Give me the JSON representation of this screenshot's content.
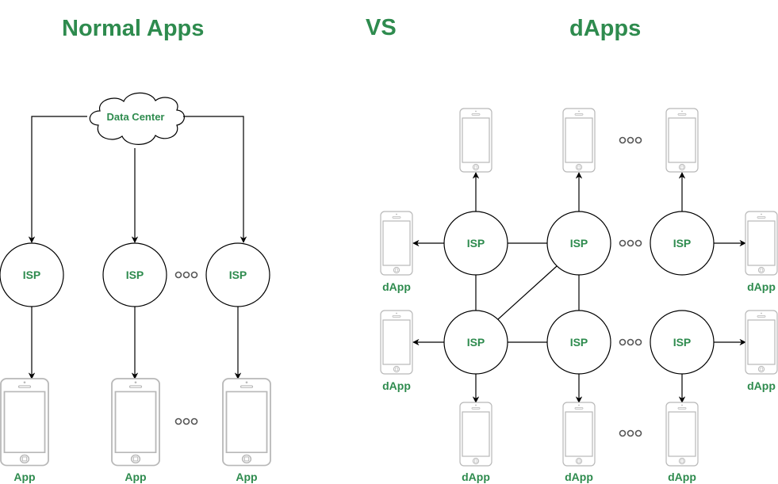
{
  "titles": {
    "left": "Normal Apps",
    "vs": "VS",
    "right": "dApps"
  },
  "colors": {
    "accent_green": "#2e8b4e",
    "line": "#000000",
    "phone_outline": "#b8b8b8",
    "ellipsis": "#555555"
  },
  "normal_apps": {
    "data_center_label": "Data Center",
    "isp_label": "ISP",
    "app_label": "App",
    "isp_count_shown": 3,
    "app_count_shown": 3,
    "ellipsis": "ooo"
  },
  "dapps": {
    "isp_label": "ISP",
    "dapp_label": "dApp",
    "grid_rows": 2,
    "isp_per_row_shown": 3,
    "ellipsis": "ooo"
  }
}
